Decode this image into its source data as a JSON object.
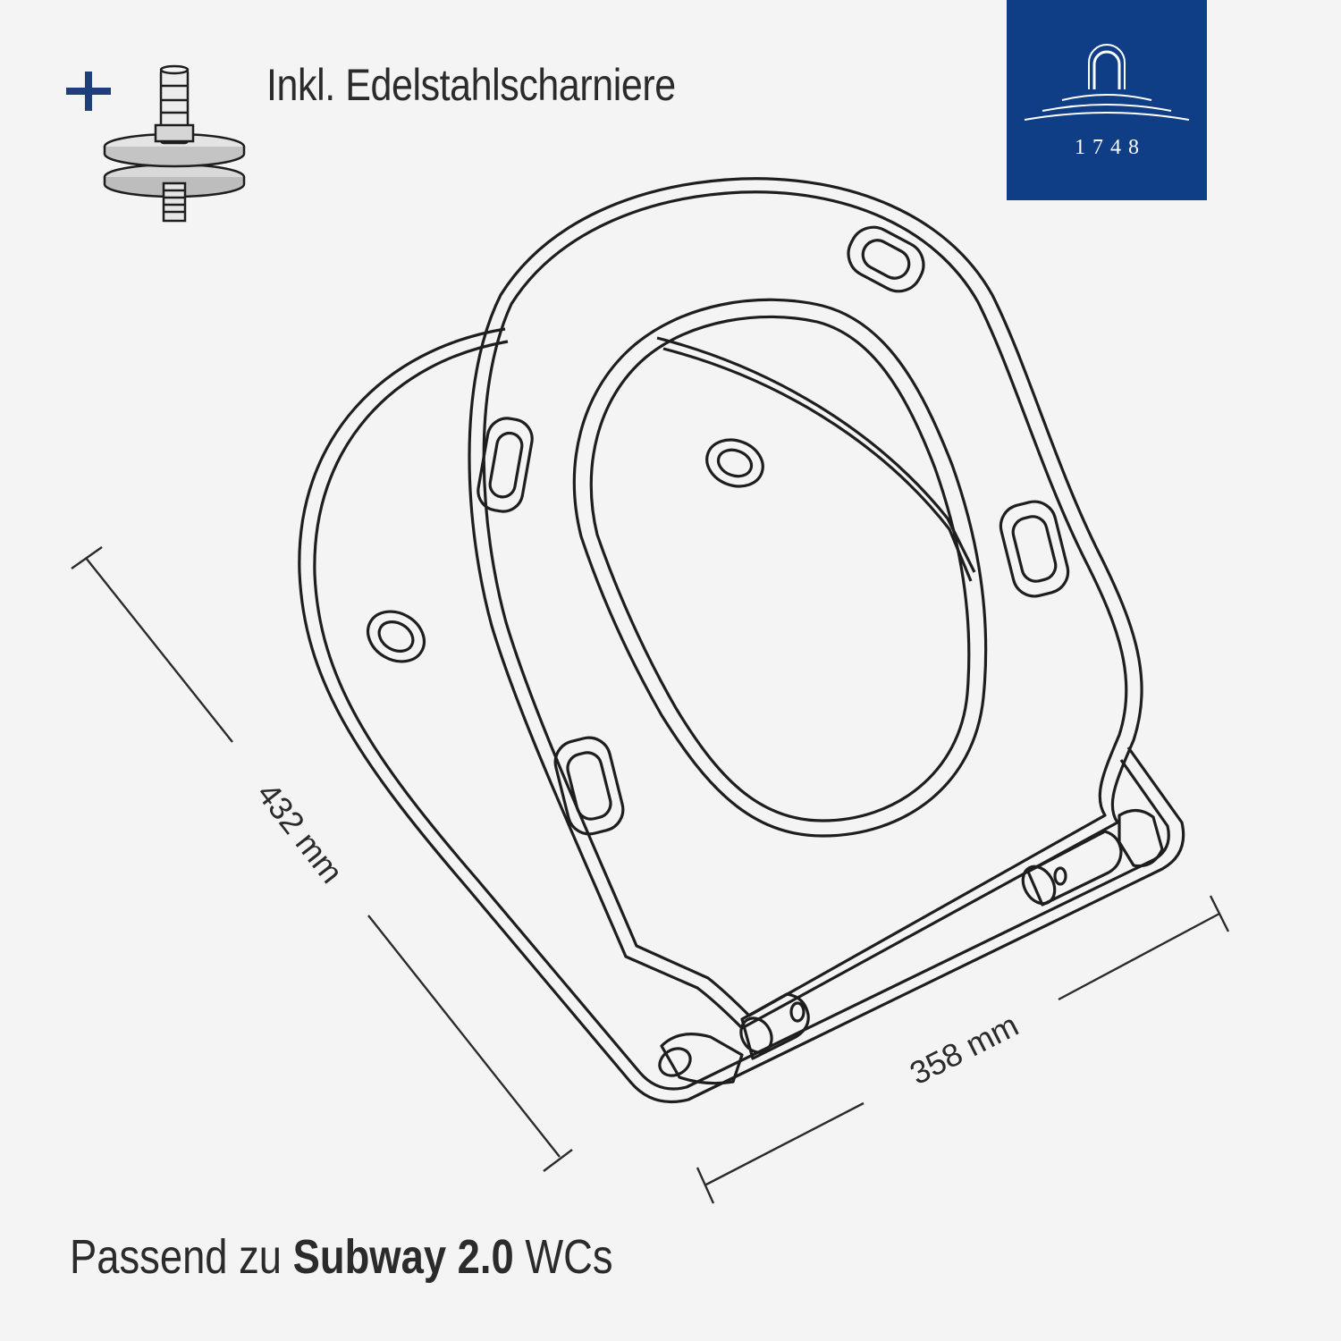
{
  "header": {
    "hinge_label": "Inkl. Edelstahlscharniere"
  },
  "logo": {
    "year": "1748",
    "background_color": "#103e86"
  },
  "dimensions": {
    "length": "432 mm",
    "width": "358 mm"
  },
  "footer": {
    "prefix": "Passend zu ",
    "model": "Subway 2.0",
    "suffix": " WCs"
  },
  "colors": {
    "accent": "#1f3f7c",
    "line": "#1e1e1e",
    "background": "#f4f4f4"
  }
}
